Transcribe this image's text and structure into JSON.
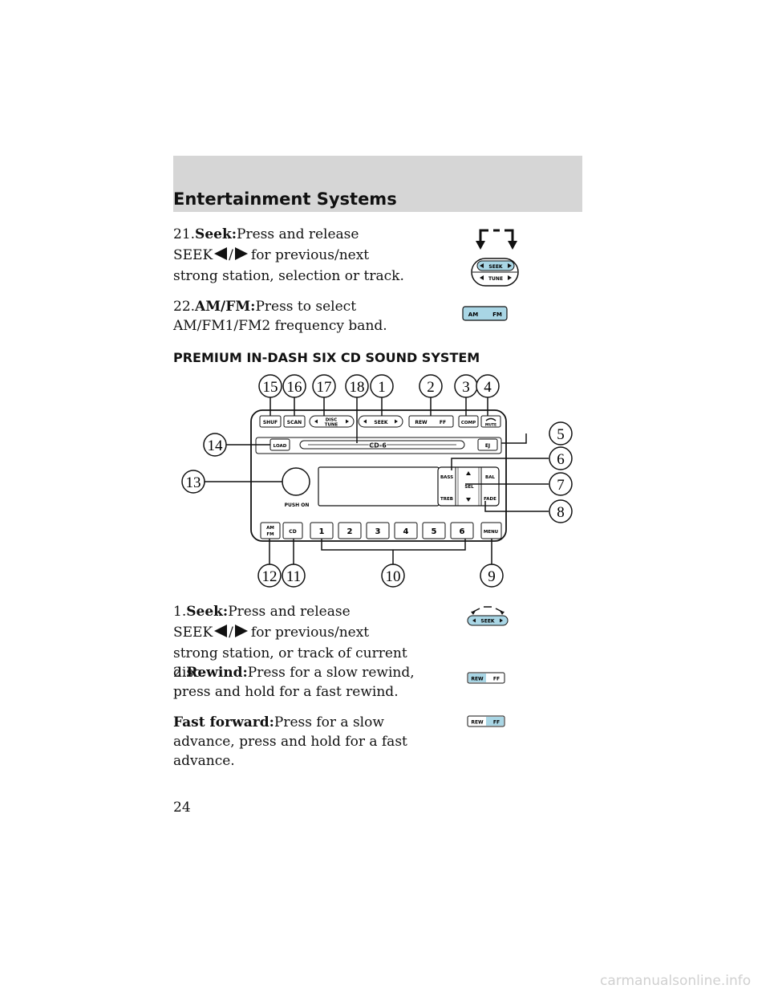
{
  "section": {
    "title": "Entertainment Systems"
  },
  "items": {
    "seek21": {
      "num": "21.",
      "title": "Seek:",
      "line1": "Press and release",
      "seek_prefix": "SEEK",
      "slash": "/",
      "line2_rest": "for previous/next",
      "line3": "strong station, selection or track."
    },
    "amfm22": {
      "num": "22.",
      "title": "AM/FM:",
      "line1": "Press to select",
      "line2": "AM/FM1/FM2 frequency band."
    },
    "seek1": {
      "num": "1.",
      "title": "Seek:",
      "line1": "Press and release",
      "seek_prefix": "SEEK",
      "slash": "/",
      "line2_rest": "for previous/next",
      "line3": "strong station, or track of current",
      "line4": "disc."
    },
    "rewind2": {
      "num": "2.",
      "title": "Rewind:",
      "line1": "Press for a slow rewind,",
      "line2": "press and hold for a fast rewind."
    },
    "ff": {
      "title": "Fast forward:",
      "line1": "Press for a slow",
      "line2": "advance, press and hold for a fast",
      "line3": "advance."
    }
  },
  "heading": "PREMIUM IN-DASH SIX CD SOUND SYSTEM",
  "icons": {
    "seek_tune": {
      "seek": "SEEK",
      "tune": "TUNE"
    },
    "amfm": {
      "am": "AM",
      "fm": "FM"
    },
    "seek_small": {
      "seek": "SEEK"
    },
    "rew_ff": {
      "rew": "REW",
      "ff": "FF"
    }
  },
  "radio": {
    "buttons": {
      "shuf": "SHUF",
      "scan": "SCAN",
      "disc": "DISC",
      "tune": "TUNE",
      "seek": "SEEK",
      "rew": "REW",
      "ff": "FF",
      "comp": "COMP",
      "mute": "MUTE",
      "load": "LOAD",
      "ej": "EJ",
      "bass": "BASS",
      "treb": "TREB",
      "sel": "SEL",
      "bal": "BAL",
      "fade": "FADE",
      "push_on": "PUSH ON",
      "am": "AM",
      "fm": "FM",
      "cd": "CD",
      "menu": "MENU",
      "presets": [
        "1",
        "2",
        "3",
        "4",
        "5",
        "6"
      ]
    },
    "cd_slot_label": "CD-6",
    "callouts": [
      "15",
      "16",
      "17",
      "18",
      "1",
      "2",
      "3",
      "4",
      "5",
      "6",
      "7",
      "8",
      "14",
      "13",
      "12",
      "11",
      "10",
      "9"
    ]
  },
  "page_number": "24",
  "watermark": "carmanualsonline.info"
}
